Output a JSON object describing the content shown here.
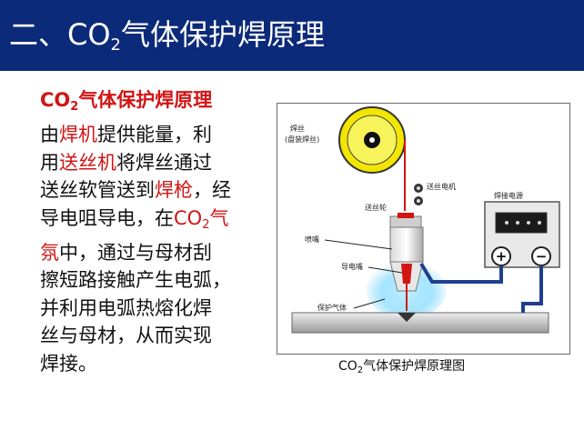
{
  "slide": {
    "title": {
      "prefix": "二、CO",
      "sub": "2",
      "suffix": "气体保护焊原理"
    }
  },
  "body": {
    "heading": {
      "co": "CO",
      "sub": "2",
      "rest": "气体保护焊原理"
    },
    "line1": {
      "a": "由",
      "b": "焊机",
      "c": "提供能量，利"
    },
    "line2": {
      "a": "用",
      "b": "送丝机",
      "c": "将焊丝通过"
    },
    "line3": {
      "a": "送丝软管送到",
      "b": "焊枪",
      "c": "，经"
    },
    "line4": {
      "a": "导电咀导电，在",
      "b": "CO",
      "sub": "2",
      "c": "气"
    },
    "line5": {
      "a": "氛",
      "b": "中，通过与母材刮"
    },
    "line6": "擦短路接触产生电弧，",
    "line7": "并利用电弧热熔化焊",
    "line8": "丝与母材，从而实现",
    "line9": "焊接。"
  },
  "diagram": {
    "labels": {
      "wire_spool_1": "焊丝",
      "wire_spool_2": "(盘装焊丝)",
      "feeder": "送丝电机",
      "gun": "送丝轮",
      "nozzle": "喷嘴",
      "contact_tip": "导电嘴",
      "gas": "保护气体",
      "power": "焊接电源",
      "plus": "+",
      "minus": "−"
    },
    "caption": {
      "co": "CO",
      "sub": "2",
      "rest": "气体保护焊原理图"
    }
  },
  "colors": {
    "title_bg": "#0c2a7a",
    "accent_red": "#d21414",
    "spool_yellow": "#f2e600",
    "cable_blue": "#1f3f8f",
    "gas_blue": "#6fd3ff"
  }
}
